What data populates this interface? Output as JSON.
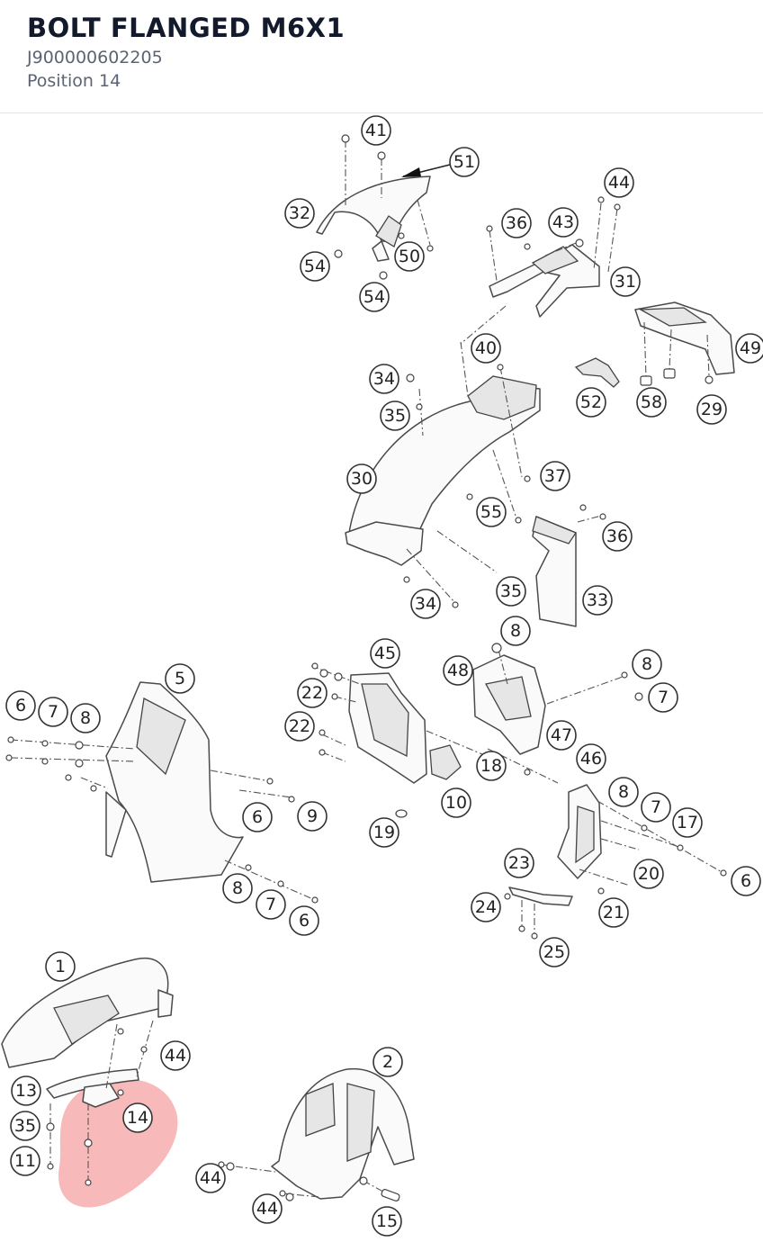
{
  "part": {
    "title": "BOLT FLANGED M6X1",
    "part_number": "J900000602205",
    "position": "Position 14"
  },
  "diagram": {
    "highlight_color": "#f08080",
    "highlighted_callout": "14",
    "callouts": [
      {
        "label": "41"
      },
      {
        "label": "51"
      },
      {
        "label": "32"
      },
      {
        "label": "54"
      },
      {
        "label": "50"
      },
      {
        "label": "54"
      },
      {
        "label": "44"
      },
      {
        "label": "36"
      },
      {
        "label": "43"
      },
      {
        "label": "31"
      },
      {
        "label": "40"
      },
      {
        "label": "49"
      },
      {
        "label": "34"
      },
      {
        "label": "52"
      },
      {
        "label": "58"
      },
      {
        "label": "29"
      },
      {
        "label": "35"
      },
      {
        "label": "30"
      },
      {
        "label": "37"
      },
      {
        "label": "55"
      },
      {
        "label": "36"
      },
      {
        "label": "35"
      },
      {
        "label": "34"
      },
      {
        "label": "33"
      },
      {
        "label": "8"
      },
      {
        "label": "45"
      },
      {
        "label": "48"
      },
      {
        "label": "8"
      },
      {
        "label": "5"
      },
      {
        "label": "22"
      },
      {
        "label": "7"
      },
      {
        "label": "6"
      },
      {
        "label": "7"
      },
      {
        "label": "8"
      },
      {
        "label": "22"
      },
      {
        "label": "47"
      },
      {
        "label": "46"
      },
      {
        "label": "18"
      },
      {
        "label": "8"
      },
      {
        "label": "7"
      },
      {
        "label": "17"
      },
      {
        "label": "10"
      },
      {
        "label": "6"
      },
      {
        "label": "9"
      },
      {
        "label": "19"
      },
      {
        "label": "23"
      },
      {
        "label": "20"
      },
      {
        "label": "6"
      },
      {
        "label": "8"
      },
      {
        "label": "7"
      },
      {
        "label": "24"
      },
      {
        "label": "21"
      },
      {
        "label": "6"
      },
      {
        "label": "25"
      },
      {
        "label": "1"
      },
      {
        "label": "44"
      },
      {
        "label": "2"
      },
      {
        "label": "13"
      },
      {
        "label": "14"
      },
      {
        "label": "35"
      },
      {
        "label": "11"
      },
      {
        "label": "44"
      },
      {
        "label": "44"
      },
      {
        "label": "15"
      }
    ]
  }
}
